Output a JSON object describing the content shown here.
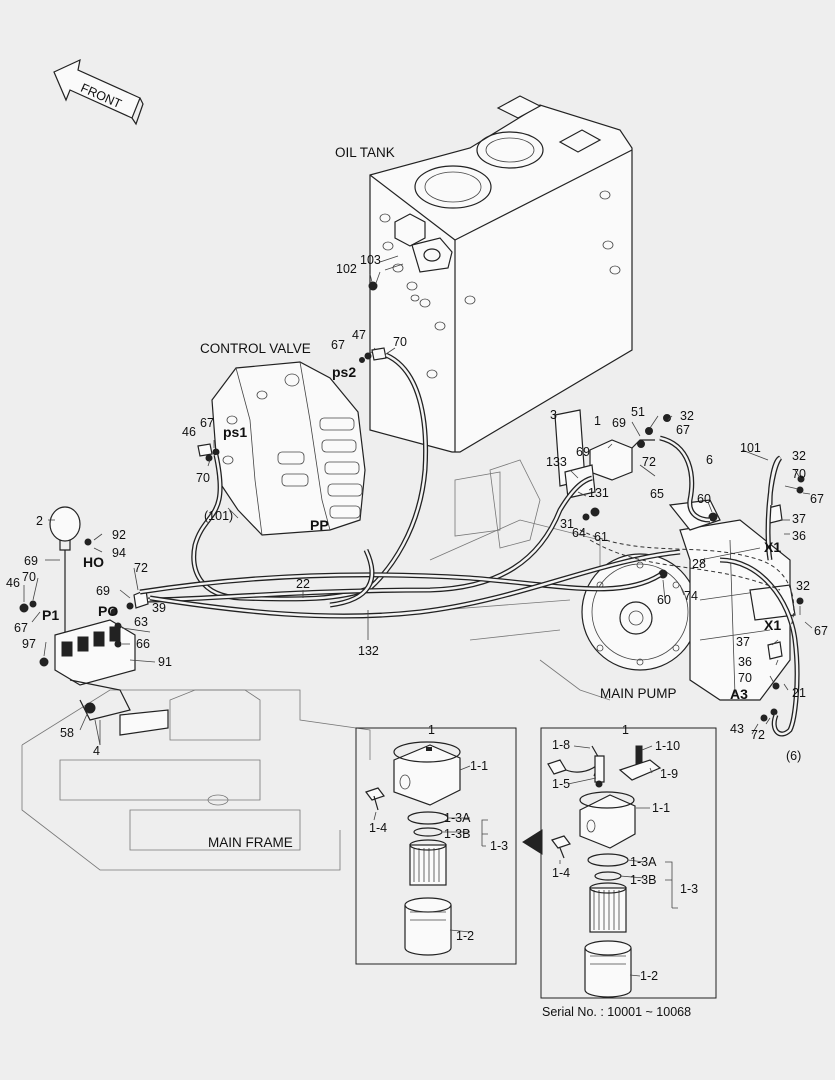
{
  "direction_label": "FRONT",
  "section_titles": {
    "oil_tank": "OIL TANK",
    "control_valve": "CONTROL VALVE",
    "main_pump": "MAIN PUMP",
    "main_frame": "MAIN FRAME"
  },
  "port_labels": {
    "ps1": "ps1",
    "ps2": "ps2",
    "pp": "PP",
    "ho": "HO",
    "po": "PO",
    "p1": "P1",
    "x1_top": "X1",
    "x1_bottom": "X1",
    "a3": "A3"
  },
  "callouts": {
    "c102": "102",
    "c103": "103",
    "c67a": "67",
    "c47": "47",
    "c70a": "70",
    "c46a": "46",
    "c67b": "67",
    "c70b": "70",
    "c101p": "(101)",
    "c3": "3",
    "c1a": "1",
    "c69a": "69",
    "c51": "51",
    "c32a": "32",
    "c67c": "67",
    "c133": "133",
    "c69b": "69",
    "c72a": "72",
    "c131": "131",
    "c65": "65",
    "c31": "31",
    "c64": "64",
    "c61": "61",
    "c6": "6",
    "c101": "101",
    "c32b": "32",
    "c70c": "70",
    "c67d": "67",
    "c37a": "37",
    "c36a": "36",
    "c60a": "60",
    "c28": "28",
    "c74": "74",
    "c60b": "60",
    "c32c": "32",
    "c67e": "67",
    "c37b": "37",
    "c36b": "36",
    "c70d": "70",
    "c21": "21",
    "c43": "43",
    "c72b": "72",
    "c6p": "(6)",
    "c2": "2",
    "c92": "92",
    "c94": "94",
    "c69c": "69",
    "c46b": "46",
    "c70e": "70",
    "c67f": "67",
    "c72c": "72",
    "c69d": "69",
    "c39": "39",
    "c63": "63",
    "c66": "66",
    "c97": "97",
    "c91": "91",
    "c58": "58",
    "c4": "4",
    "c22": "22",
    "c132": "132"
  },
  "detail_left": {
    "title": "1",
    "items": {
      "d11": "1-1",
      "d14": "1-4",
      "d13a": "1-3A",
      "d13b": "1-3B",
      "d13": "1-3",
      "d12": "1-2"
    }
  },
  "detail_right": {
    "title": "1",
    "items": {
      "d18": "1-8",
      "d110": "1-10",
      "d15": "1-5",
      "d19": "1-9",
      "d11": "1-1",
      "d14": "1-4",
      "d13a": "1-3A",
      "d13b": "1-3B",
      "d13": "1-3",
      "d12": "1-2"
    },
    "serial_note": "Serial No. : 10001 ~ 10068"
  }
}
